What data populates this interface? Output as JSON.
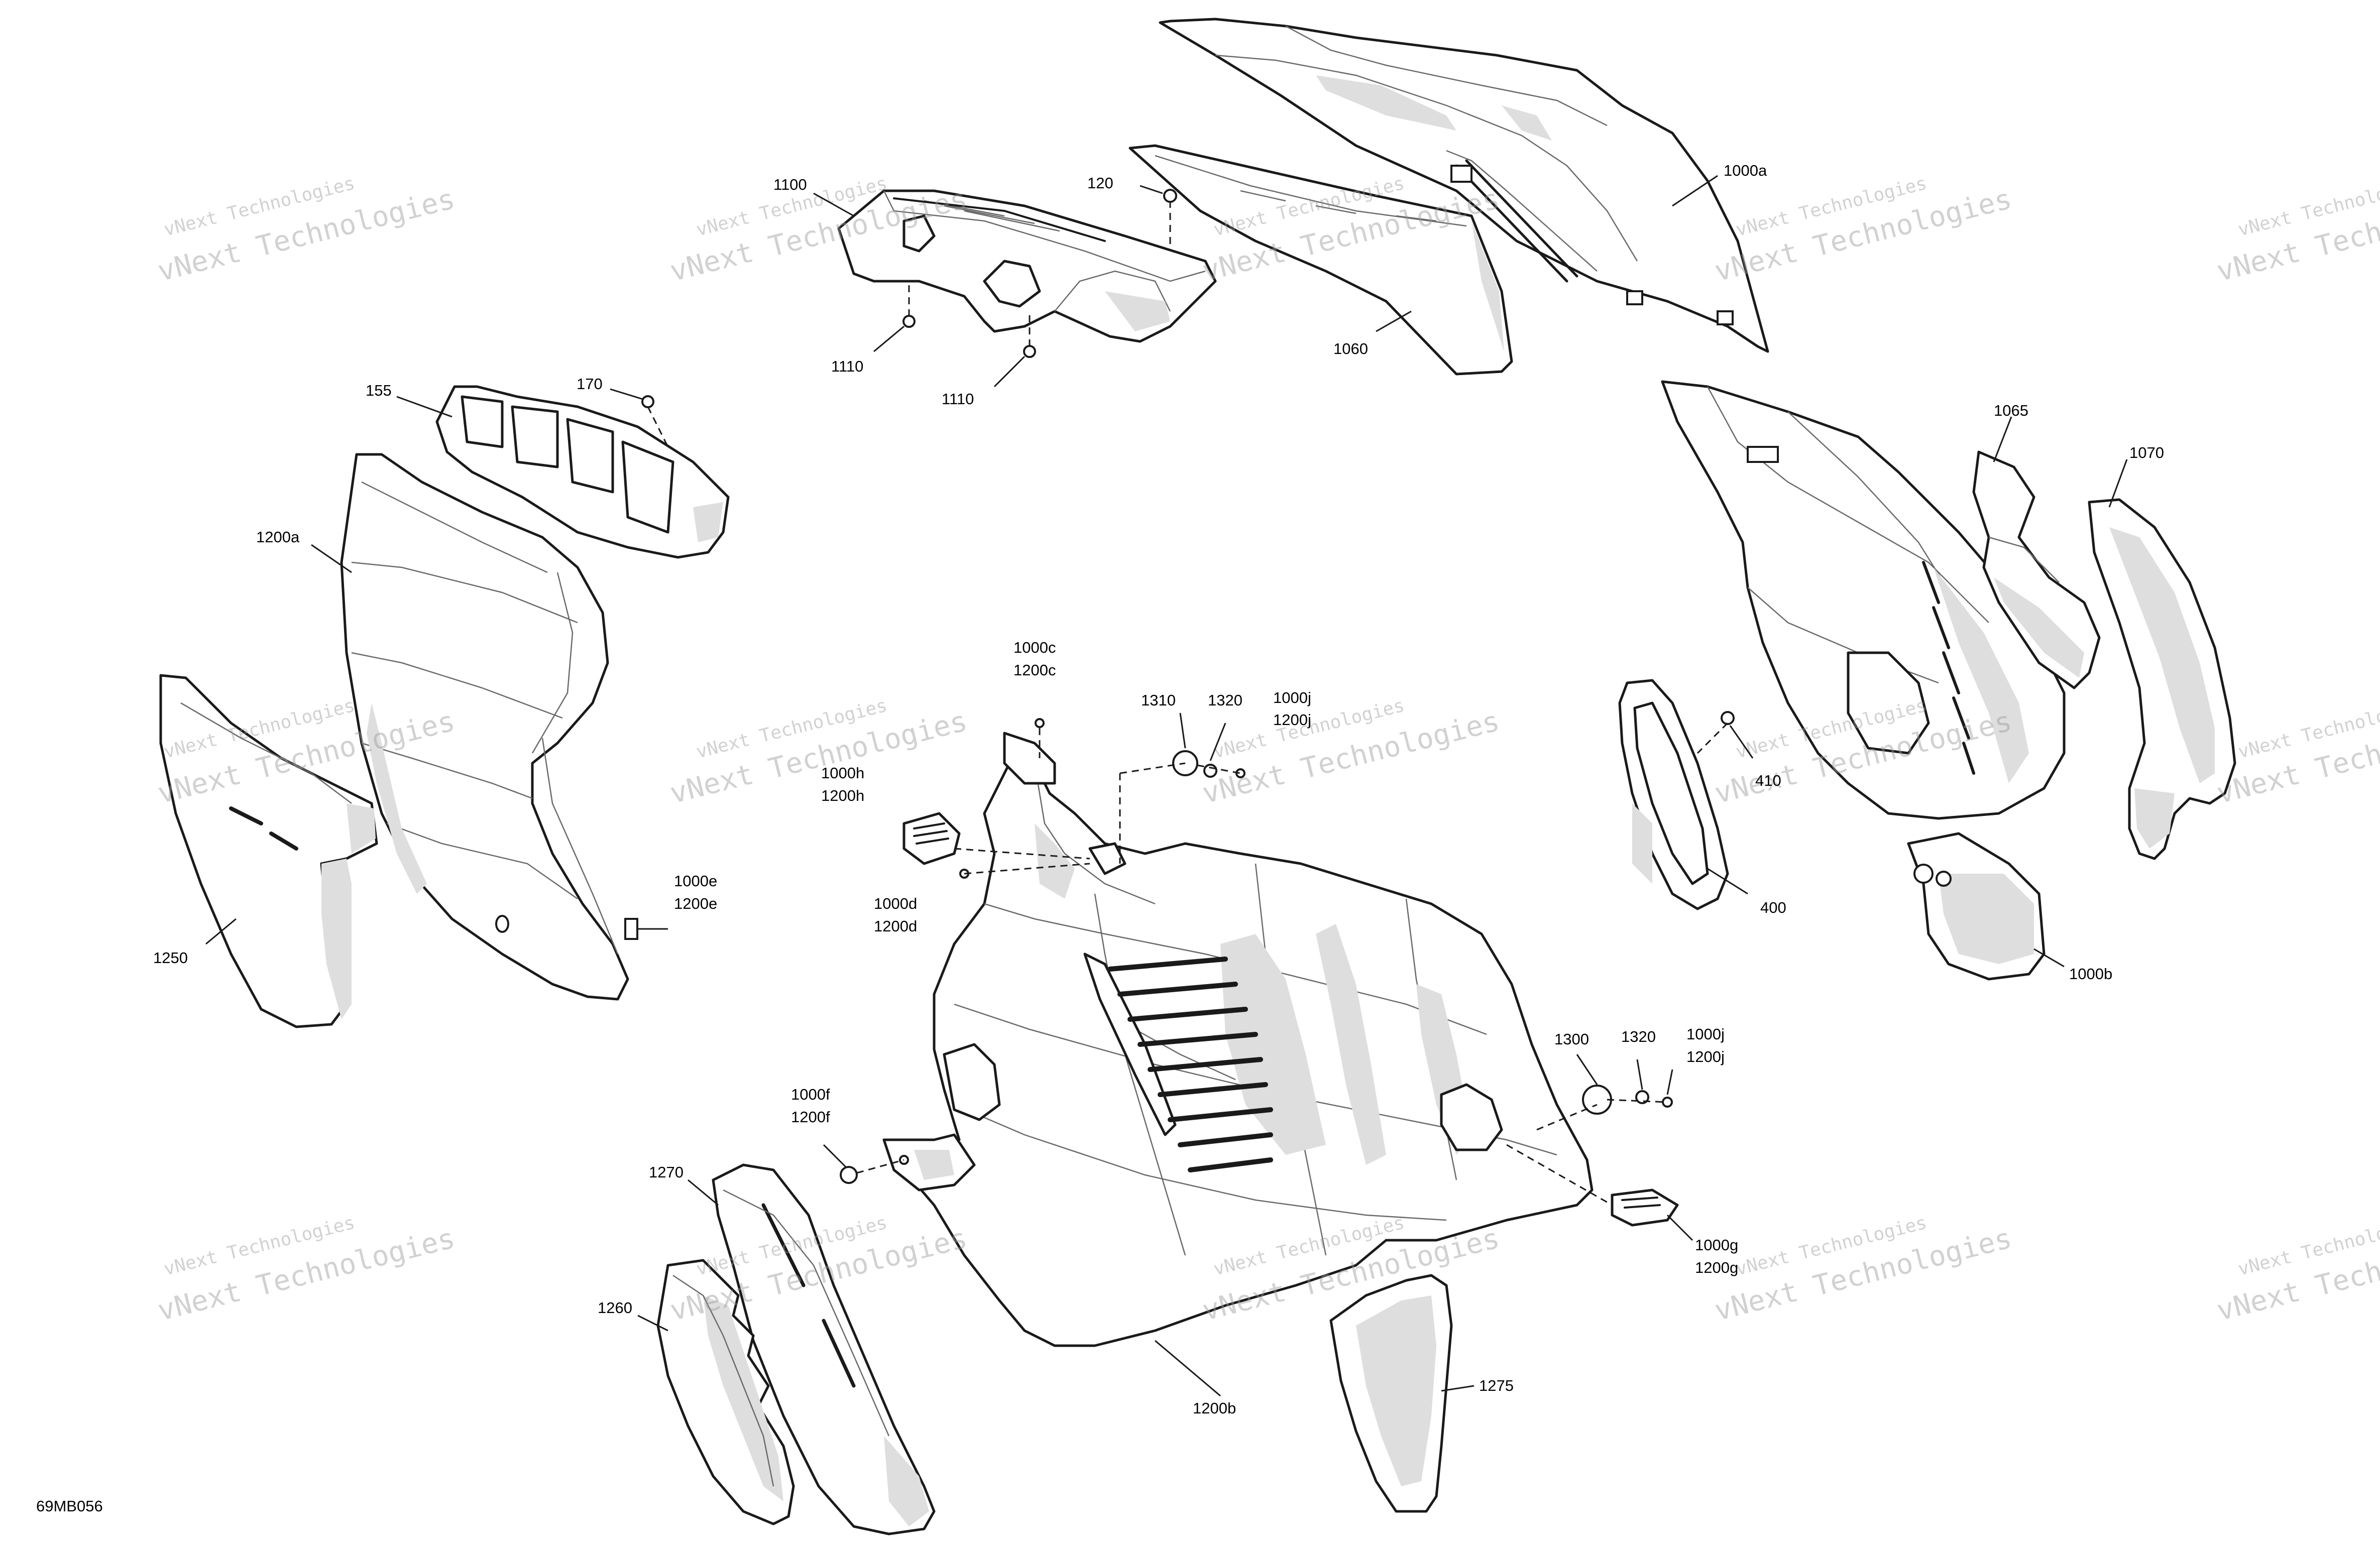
{
  "diagram": {
    "figure_code": "69MB056",
    "watermark": {
      "line1": "vNext Technologies",
      "line2": "vNext Technologies"
    },
    "callouts": [
      {
        "id": "c-1000a",
        "label": "1000a"
      },
      {
        "id": "c-120",
        "label": "120"
      },
      {
        "id": "c-1100",
        "label": "1100"
      },
      {
        "id": "c-1110-a",
        "label": "1110"
      },
      {
        "id": "c-1110-b",
        "label": "1110"
      },
      {
        "id": "c-1060",
        "label": "1060"
      },
      {
        "id": "c-155",
        "label": "155"
      },
      {
        "id": "c-170",
        "label": "170"
      },
      {
        "id": "c-1200a",
        "label": "1200a"
      },
      {
        "id": "c-1065",
        "label": "1065"
      },
      {
        "id": "c-1070",
        "label": "1070"
      },
      {
        "id": "c-1000c",
        "label": "1000c"
      },
      {
        "id": "c-1200c",
        "label": "1200c"
      },
      {
        "id": "c-1310",
        "label": "1310"
      },
      {
        "id": "c-1320-a",
        "label": "1320"
      },
      {
        "id": "c-1000j-a",
        "label": "1000j"
      },
      {
        "id": "c-1200j-a",
        "label": "1200j"
      },
      {
        "id": "c-1000h",
        "label": "1000h"
      },
      {
        "id": "c-1200h",
        "label": "1200h"
      },
      {
        "id": "c-410",
        "label": "410"
      },
      {
        "id": "c-1000d",
        "label": "1000d"
      },
      {
        "id": "c-1200d",
        "label": "1200d"
      },
      {
        "id": "c-1000e",
        "label": "1000e"
      },
      {
        "id": "c-1200e",
        "label": "1200e"
      },
      {
        "id": "c-400",
        "label": "400"
      },
      {
        "id": "c-1250",
        "label": "1250"
      },
      {
        "id": "c-1000b",
        "label": "1000b"
      },
      {
        "id": "c-1300",
        "label": "1300"
      },
      {
        "id": "c-1320-b",
        "label": "1320"
      },
      {
        "id": "c-1000j-b",
        "label": "1000j"
      },
      {
        "id": "c-1200j-b",
        "label": "1200j"
      },
      {
        "id": "c-1000f",
        "label": "1000f"
      },
      {
        "id": "c-1200f",
        "label": "1200f"
      },
      {
        "id": "c-1270",
        "label": "1270"
      },
      {
        "id": "c-1000g",
        "label": "1000g"
      },
      {
        "id": "c-1200g",
        "label": "1200g"
      },
      {
        "id": "c-1260",
        "label": "1260"
      },
      {
        "id": "c-1275",
        "label": "1275"
      },
      {
        "id": "c-1200b",
        "label": "1200b"
      }
    ]
  }
}
